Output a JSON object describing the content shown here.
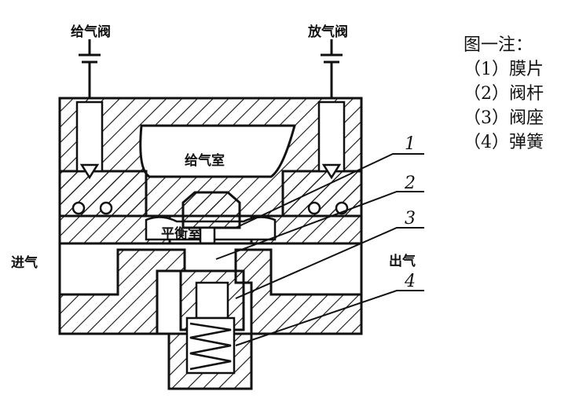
{
  "labels": {
    "supply_valve": "给气阀",
    "exhaust_valve": "放气阀",
    "supply_chamber": "给气室",
    "balance_chamber": "平衡室",
    "inlet": "进气",
    "outlet": "出气"
  },
  "callouts": [
    "1",
    "2",
    "3",
    "4"
  ],
  "legend": {
    "title": "图一注：",
    "items": [
      "（1）膜片",
      "（2）阀杆",
      "（3）阀座",
      "（4）弹簧"
    ]
  }
}
